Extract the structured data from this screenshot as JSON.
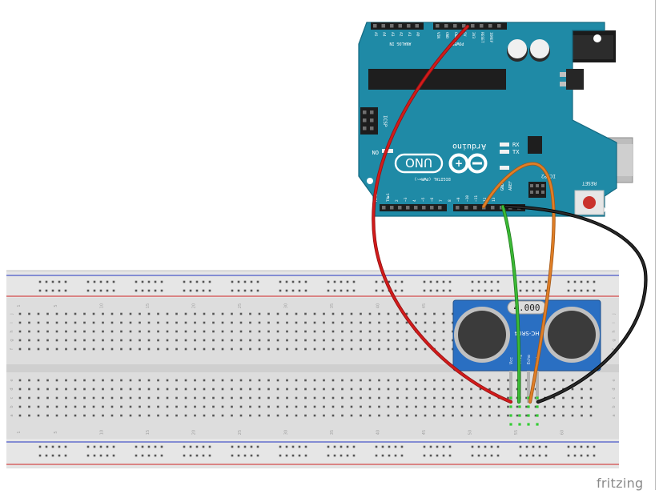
{
  "diagram": {
    "arduino": {
      "analog_header": "ANALOG IN",
      "power_header": "POWER",
      "analog_pins": [
        "A5",
        "A4",
        "A3",
        "A2",
        "A1",
        "A0"
      ],
      "power_pins": [
        "VIN",
        "GND",
        "GND",
        "5V",
        "3V3",
        "RESET",
        "IOREF"
      ],
      "icsp_label": "ICSP",
      "icsp2_label": "ICSP2",
      "on_label": "ON",
      "brand": "Arduino",
      "model": "UNO",
      "digital_label": "DIGITAL (PWM=~)",
      "tx_label": "TX",
      "rx_label": "RX",
      "l_label": "L",
      "aref_label": "AREF",
      "gnd_label": "GND",
      "reset_label": "RESET",
      "digital_pins": [
        "13",
        "12",
        "~11",
        "~10",
        "~9",
        "8",
        "7",
        "~6",
        "~5",
        "4",
        "~3",
        "2",
        "TX▶1",
        "RX◀0"
      ]
    },
    "sensor": {
      "model": "HC-SR04",
      "crystal": "4.000",
      "pins": [
        "Vcc",
        "Trig",
        "Echo",
        "Gnd"
      ]
    },
    "breadboard": {
      "column_numbers": [
        "1",
        "5",
        "10",
        "15",
        "20",
        "25",
        "30",
        "35",
        "40",
        "45",
        "50",
        "55",
        "60"
      ],
      "row_letters_top": [
        "j",
        "i",
        "h",
        "g",
        "f"
      ],
      "row_letters_bottom": [
        "e",
        "d",
        "c",
        "b",
        "a"
      ]
    },
    "wires": [
      {
        "name": "red-wire",
        "color": "#d21b1b"
      },
      {
        "name": "green-wire",
        "color": "#3cba36"
      },
      {
        "name": "orange-wire",
        "color": "#e07f27"
      },
      {
        "name": "black-wire",
        "color": "#1a1a1a"
      }
    ]
  },
  "watermark": "fritzing"
}
